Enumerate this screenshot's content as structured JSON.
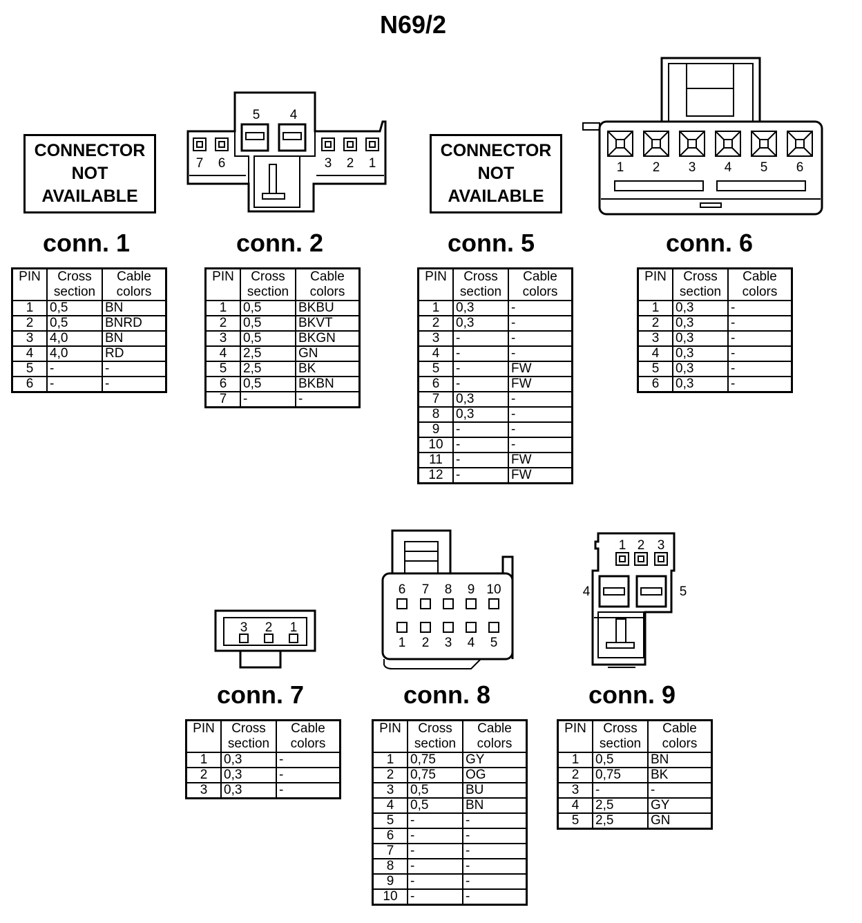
{
  "title": "N69/2",
  "headers": {
    "pin": "PIN",
    "cross": "Cross section",
    "colors": "Cable colors"
  },
  "not_available": [
    "CONNECTOR",
    "NOT",
    "AVAILABLE"
  ],
  "connectors": [
    {
      "label": "conn. 1",
      "rows": [
        [
          "1",
          "0,5",
          "BN"
        ],
        [
          "2",
          "0,5",
          "BNRD"
        ],
        [
          "3",
          "4,0",
          "BN"
        ],
        [
          "4",
          "4,0",
          "RD"
        ],
        [
          "5",
          "-",
          "-"
        ],
        [
          "6",
          "-",
          "-"
        ]
      ]
    },
    {
      "label": "conn. 2",
      "pin_labels": [
        "7",
        "6",
        "5",
        "4",
        "3",
        "2",
        "1"
      ],
      "rows": [
        [
          "1",
          "0,5",
          "BKBU"
        ],
        [
          "2",
          "0,5",
          "BKVT"
        ],
        [
          "3",
          "0,5",
          "BKGN"
        ],
        [
          "4",
          "2,5",
          "GN"
        ],
        [
          "5",
          "2,5",
          "BK"
        ],
        [
          "6",
          "0,5",
          "BKBN"
        ],
        [
          "7",
          "-",
          "-"
        ]
      ]
    },
    {
      "label": "conn. 5",
      "rows": [
        [
          "1",
          "0,3",
          "-"
        ],
        [
          "2",
          "0,3",
          "-"
        ],
        [
          "3",
          "-",
          "-"
        ],
        [
          "4",
          "-",
          "-"
        ],
        [
          "5",
          "-",
          "FW"
        ],
        [
          "6",
          "-",
          "FW"
        ],
        [
          "7",
          "0,3",
          "-"
        ],
        [
          "8",
          "0,3",
          "-"
        ],
        [
          "9",
          "-",
          "-"
        ],
        [
          "10",
          "-",
          "-"
        ],
        [
          "11",
          "-",
          "FW"
        ],
        [
          "12",
          "-",
          "FW"
        ]
      ]
    },
    {
      "label": "conn. 6",
      "pin_labels": [
        "1",
        "2",
        "3",
        "4",
        "5",
        "6"
      ],
      "rows": [
        [
          "1",
          "0,3",
          "-"
        ],
        [
          "2",
          "0,3",
          "-"
        ],
        [
          "3",
          "0,3",
          "-"
        ],
        [
          "4",
          "0,3",
          "-"
        ],
        [
          "5",
          "0,3",
          "-"
        ],
        [
          "6",
          "0,3",
          "-"
        ]
      ]
    },
    {
      "label": "conn. 7",
      "pin_labels": [
        "3",
        "2",
        "1"
      ],
      "rows": [
        [
          "1",
          "0,3",
          "-"
        ],
        [
          "2",
          "0,3",
          "-"
        ],
        [
          "3",
          "0,3",
          "-"
        ]
      ]
    },
    {
      "label": "conn. 8",
      "pin_labels": [
        "6",
        "7",
        "8",
        "9",
        "10",
        "1",
        "2",
        "3",
        "4",
        "5"
      ],
      "rows": [
        [
          "1",
          "0,75",
          "GY"
        ],
        [
          "2",
          "0,75",
          "OG"
        ],
        [
          "3",
          "0,5",
          "BU"
        ],
        [
          "4",
          "0,5",
          "BN"
        ],
        [
          "5",
          "-",
          "-"
        ],
        [
          "6",
          "-",
          "-"
        ],
        [
          "7",
          "-",
          "-"
        ],
        [
          "8",
          "-",
          "-"
        ],
        [
          "9",
          "-",
          "-"
        ],
        [
          "10",
          "-",
          "-"
        ]
      ]
    },
    {
      "label": "conn. 9",
      "pin_labels": [
        "1",
        "2",
        "3",
        "4",
        "5"
      ],
      "rows": [
        [
          "1",
          "0,5",
          "BN"
        ],
        [
          "2",
          "0,75",
          "BK"
        ],
        [
          "3",
          "-",
          "-"
        ],
        [
          "4",
          "2,5",
          "GY"
        ],
        [
          "5",
          "2,5",
          "GN"
        ]
      ]
    }
  ]
}
